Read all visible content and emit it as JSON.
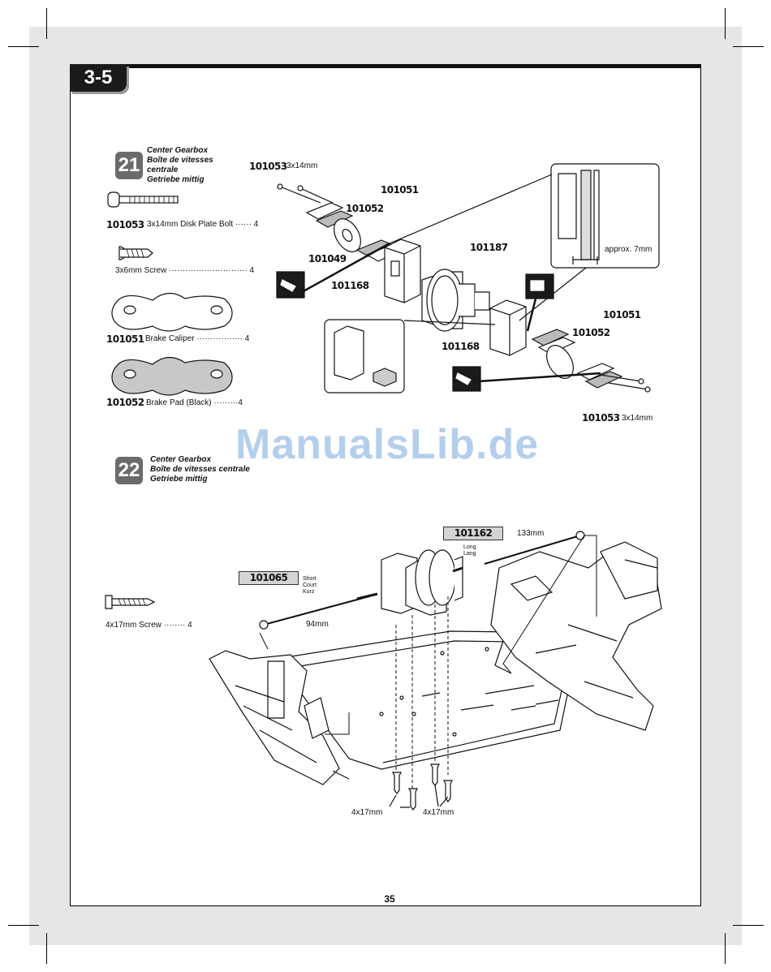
{
  "section": "3-5",
  "page_number": "35",
  "watermark": "ManualsLib.de",
  "step21": {
    "number": "21",
    "titles": [
      "Center Gearbox",
      "Boîte de vitesses",
      "centrale",
      "Getriebe mittig"
    ],
    "parts": [
      {
        "part_no": "101053",
        "description": "3x14mm Disk Plate Bolt ······ 4"
      },
      {
        "part_no": "",
        "description": "3x6mm Screw ····························· 4"
      },
      {
        "part_no": "101051",
        "description": "Brake Caliper ················· 4"
      },
      {
        "part_no": "101052",
        "description": "Brake Pad (Black) ·········4"
      }
    ],
    "callouts": {
      "bolt_top_pn": "101053",
      "bolt_top_size": "3x14mm",
      "caliper_top": "101051",
      "pad_top": "101052",
      "disc": "101049",
      "mount_left": "101168",
      "diff": "101187",
      "mount_right": "101168",
      "caliper_right": "101051",
      "pad_right": "101052",
      "bolt_bottom_pn": "101053",
      "bolt_bottom_size": "3x14mm",
      "inset_note": "approx. 7mm"
    }
  },
  "step22": {
    "number": "22",
    "titles": [
      "Center Gearbox",
      "Boîte de vitesses centrale",
      "Getriebe mittig"
    ],
    "screw_label": "4x17mm  Screw ········ 4",
    "short_shaft": {
      "part_no": "101065",
      "labels": [
        "Short",
        "Court",
        "Kurz"
      ],
      "length": "94mm"
    },
    "long_shaft": {
      "part_no": "101162",
      "labels": [
        "Long",
        "Lang"
      ],
      "length": "133mm"
    },
    "screw_callout_left": "4x17mm",
    "screw_callout_right": "4x17mm"
  }
}
